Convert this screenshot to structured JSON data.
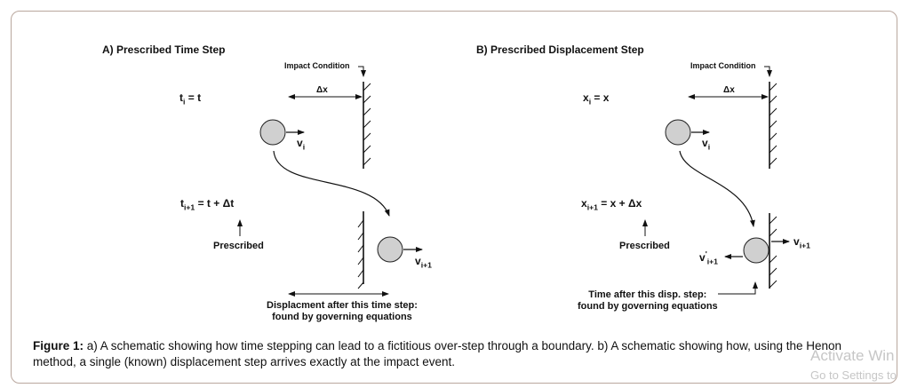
{
  "panel_a": {
    "title": "A) Prescribed Time Step",
    "impact_condition": "Impact Condition",
    "delta_x": "Δx",
    "eq1_main": "t",
    "eq1_sub": "i",
    "eq1_rest": " = t",
    "velocity_main": "v",
    "velocity_sub": "i",
    "eq2_main": "t",
    "eq2_sub": "i+1",
    "eq2_rest": " = t + Δt",
    "prescribed": "Prescribed",
    "velocity2_main": "v",
    "velocity2_sub": "i+1",
    "note_line1": "Displacment after this time step:",
    "note_line2": "found by governing equations"
  },
  "panel_b": {
    "title": "B) Prescribed Displacement Step",
    "impact_condition": "Impact Condition",
    "delta_x": "Δx",
    "eq1_main": "x",
    "eq1_sub": "i",
    "eq1_rest": " = x",
    "velocity_main": "v",
    "velocity_sub": "i",
    "eq2_main": "x",
    "eq2_sub": "i+1",
    "eq2_rest": " = x + Δx",
    "prescribed": "Prescribed",
    "velocity_out_main": "v",
    "velocity_out_sub": "i+1",
    "velocity_back_main": "v",
    "velocity_back_sup": "'",
    "velocity_back_sub": "i+1",
    "note_line1": "Time after this disp. step:",
    "note_line2": "found by governing equations"
  },
  "caption": {
    "label": "Figure 1:",
    "text": " a) A schematic showing how time stepping can lead to a fictitious over-step through a boundary. b) A schematic showing how, using the Henon method, a single (known) displacement step arrives exactly at the impact event."
  },
  "watermark": {
    "line1": "Activate Win",
    "line2": "Go to Settings to"
  },
  "colors": {
    "ball_fill": "#d0d0d0",
    "frame_border": "#b9a79e",
    "watermark": "#c6c6c6"
  }
}
